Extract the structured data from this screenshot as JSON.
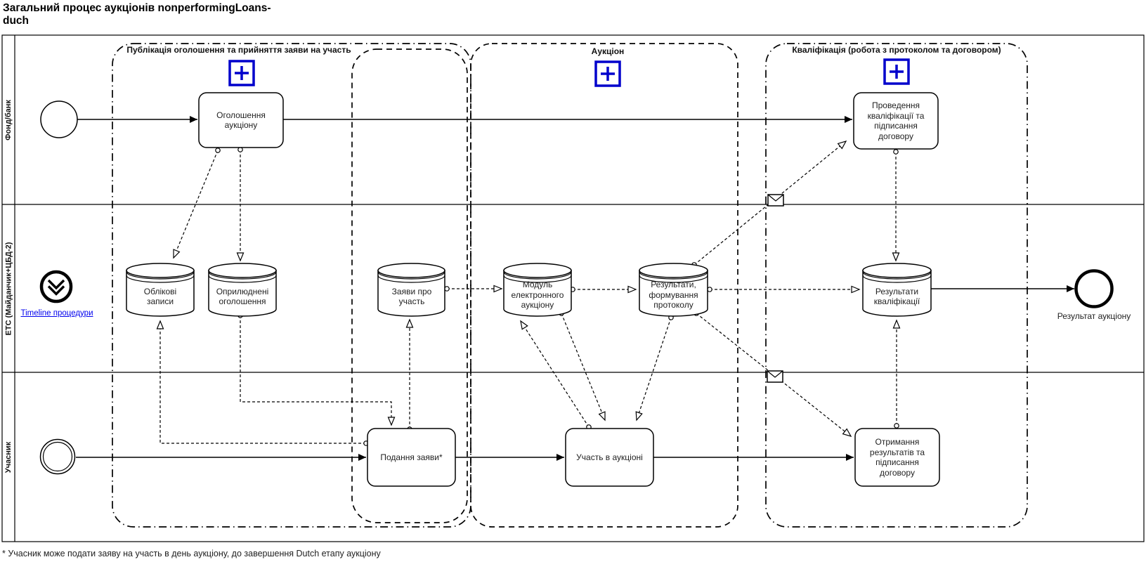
{
  "title": "Загальний процес аукціонів nonperformingLoans-\nduch",
  "footnote": "* Учасник може подати заяву на участь в день аукціону, до завершення Dutch етапу аукціону",
  "lanes": [
    {
      "label": "Фонд/банк"
    },
    {
      "label": "ЕТС (Майданчик+ЦБД-2)"
    },
    {
      "label": "Учасник"
    }
  ],
  "groups": [
    {
      "label": "Публікація оголошення та прийняття заяви на участь"
    },
    {
      "label": "Аукціон"
    },
    {
      "label": "Кваліфікація (робота з протоколом та договором)"
    }
  ],
  "tasks": [
    {
      "label": "Оголошення аукціону"
    },
    {
      "label": "Проведення кваліфікації та підписання договору"
    },
    {
      "label": "Подання заяви*"
    },
    {
      "label": "Участь в аукціоні"
    },
    {
      "label": "Отримання результатів та підписання договору"
    }
  ],
  "datastores": [
    {
      "label": "Облікові записи"
    },
    {
      "label": "Оприлюднені оголошення"
    },
    {
      "label": "Заяви про участь"
    },
    {
      "label": "Модуль електронного аукціону"
    },
    {
      "label": "Результати, формування протоколу"
    },
    {
      "label": "Результати кваліфікації"
    }
  ],
  "events": {
    "timeline_link_label": "Timeline процедури",
    "end_event_label": "Результат аукціону"
  },
  "colors": {
    "expand_icon_blue": "#0000cc",
    "link_blue": "#0000ee",
    "diagram_stroke": "#000000",
    "background": "#ffffff"
  }
}
